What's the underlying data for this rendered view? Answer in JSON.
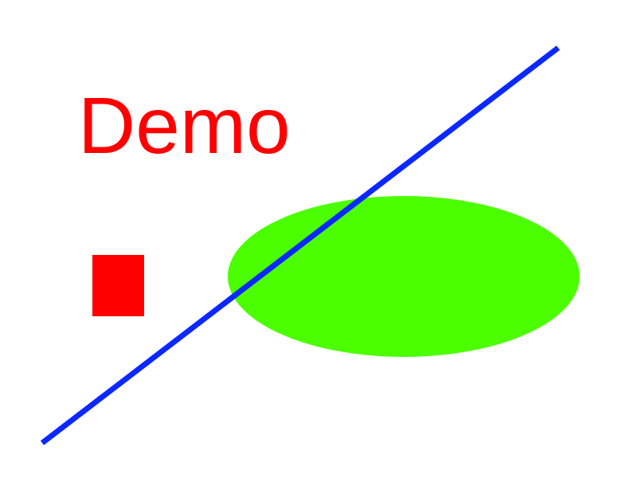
{
  "title": "Demo",
  "colors": {
    "title": "#ff0000",
    "square": "#ff0000",
    "ellipse": "#4cff00",
    "line": "#0a28ff",
    "background": "#ffffff"
  },
  "shapes": {
    "square": "red-square",
    "ellipse": "green-ellipse",
    "line": "blue-diagonal-line"
  }
}
